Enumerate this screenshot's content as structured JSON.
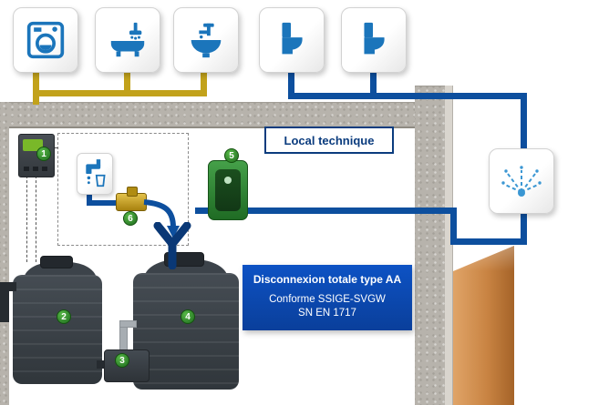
{
  "room": {
    "label": "Local technique"
  },
  "info_box": {
    "line1": "Disconnexion totale type AA",
    "line2": "Conforme SSIGE-SVGW",
    "line3": "SN EN 1717"
  },
  "markers": [
    "1",
    "2",
    "3",
    "4",
    "5",
    "6"
  ],
  "icons": {
    "fixtures": [
      "washing-machine-icon",
      "bathtub-icon",
      "washbasin-icon",
      "toilet-icon",
      "toilet-icon"
    ],
    "outdoor": "sprinkler-icon",
    "indoor": "drinking-water-tap-icon"
  },
  "colors": {
    "greywater_pipe_yellow": "#c2a21b",
    "rainwater_pipe_blue": "#0d4f9e",
    "fixture_icon_blue": "#1b75bb",
    "marker_green": "#2f8a2f",
    "info_box_blue": "#0a46b4",
    "room_label_blue": "#0b3c7e",
    "tank_charcoal": "#394046",
    "wall_grey": "#b7b4ae",
    "wood_brown": "#c9874a",
    "pump_green": "#2e7d32",
    "valve_brass": "#c9a227"
  }
}
